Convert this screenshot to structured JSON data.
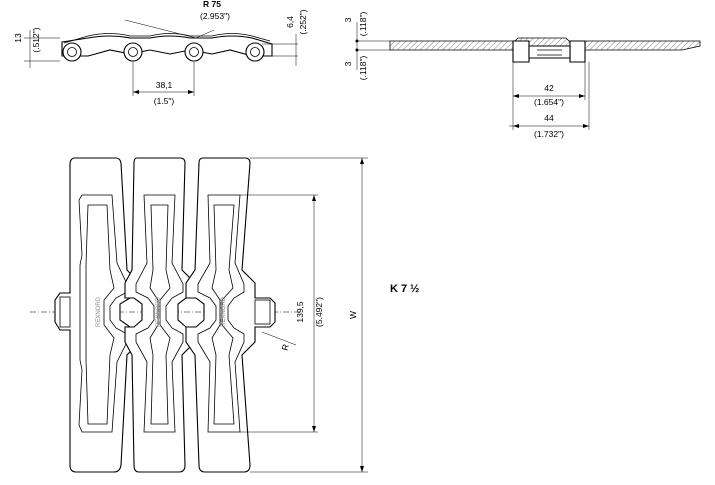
{
  "side_view": {
    "height": "13",
    "height_in": "(.512\")",
    "radius": "R 75",
    "radius_in": "(2.953\")",
    "thickness": "6,4",
    "thickness_in": "(.252\")",
    "pitch": "38,1",
    "pitch_in": "(1.5\")"
  },
  "end_view": {
    "top_thickness": "3",
    "top_thickness_in": "(.118\")",
    "bottom_thickness": "3",
    "bottom_thickness_in": "(.118\")",
    "inner_width": "42",
    "inner_width_in": "(1.654\")",
    "outer_width": "44",
    "outer_width_in": "(1.732\")"
  },
  "top_view": {
    "length": "139,5",
    "length_in": "(5.492\")",
    "width_label": "W",
    "radius_label": "R",
    "logo_text": "REXNORD"
  },
  "model_label": "K 7 ½"
}
